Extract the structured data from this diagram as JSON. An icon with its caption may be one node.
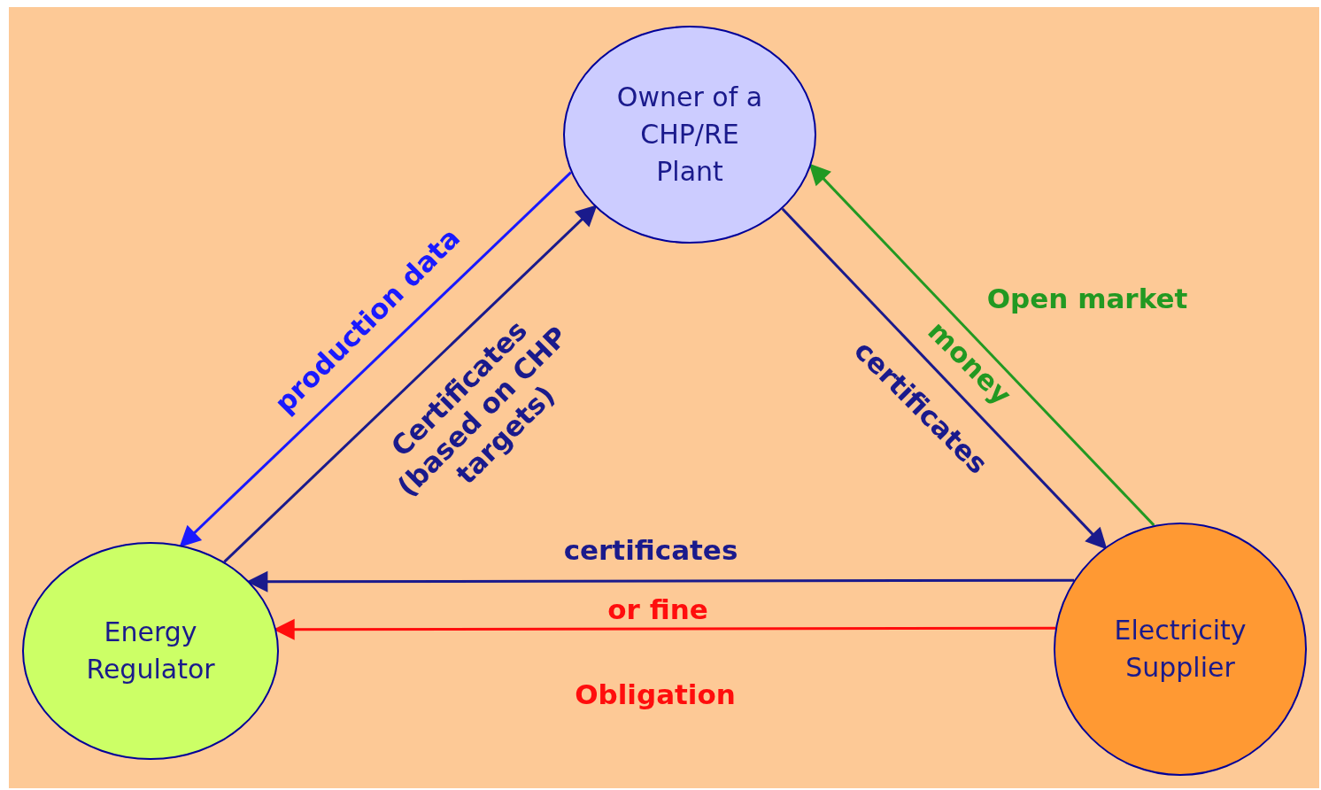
{
  "diagram": {
    "nodes": [
      {
        "text": [
          "Owner of a CHP/RE Plant"
        ]
      },
      {
        "text": [
          "Energy Regulator"
        ]
      },
      {
        "text": [
          "Electricity Supplier"
        ]
      }
    ],
    "edges": [
      {
        "from": 0,
        "to": 1,
        "arrow": "to",
        "label": "production data",
        "color": "#1a1aff"
      },
      {
        "from": 1,
        "to": 0,
        "arrow": "to",
        "label": "Certificates (based on CHP targets)"
      },
      {
        "from": 0,
        "to": 2,
        "arrow": "to",
        "label": "certificates"
      },
      {
        "from": 2,
        "to": 0,
        "arrow": "to",
        "label": "money",
        "color": "#229922"
      },
      {
        "from": 2,
        "to": 1,
        "arrow": "to",
        "label": "certificates"
      },
      {
        "from": 2,
        "to": 1,
        "arrow": "to",
        "label": "or fine",
        "color": "#ff0d0d"
      }
    ],
    "labels": [
      "Open market",
      "Obligation"
    ]
  }
}
